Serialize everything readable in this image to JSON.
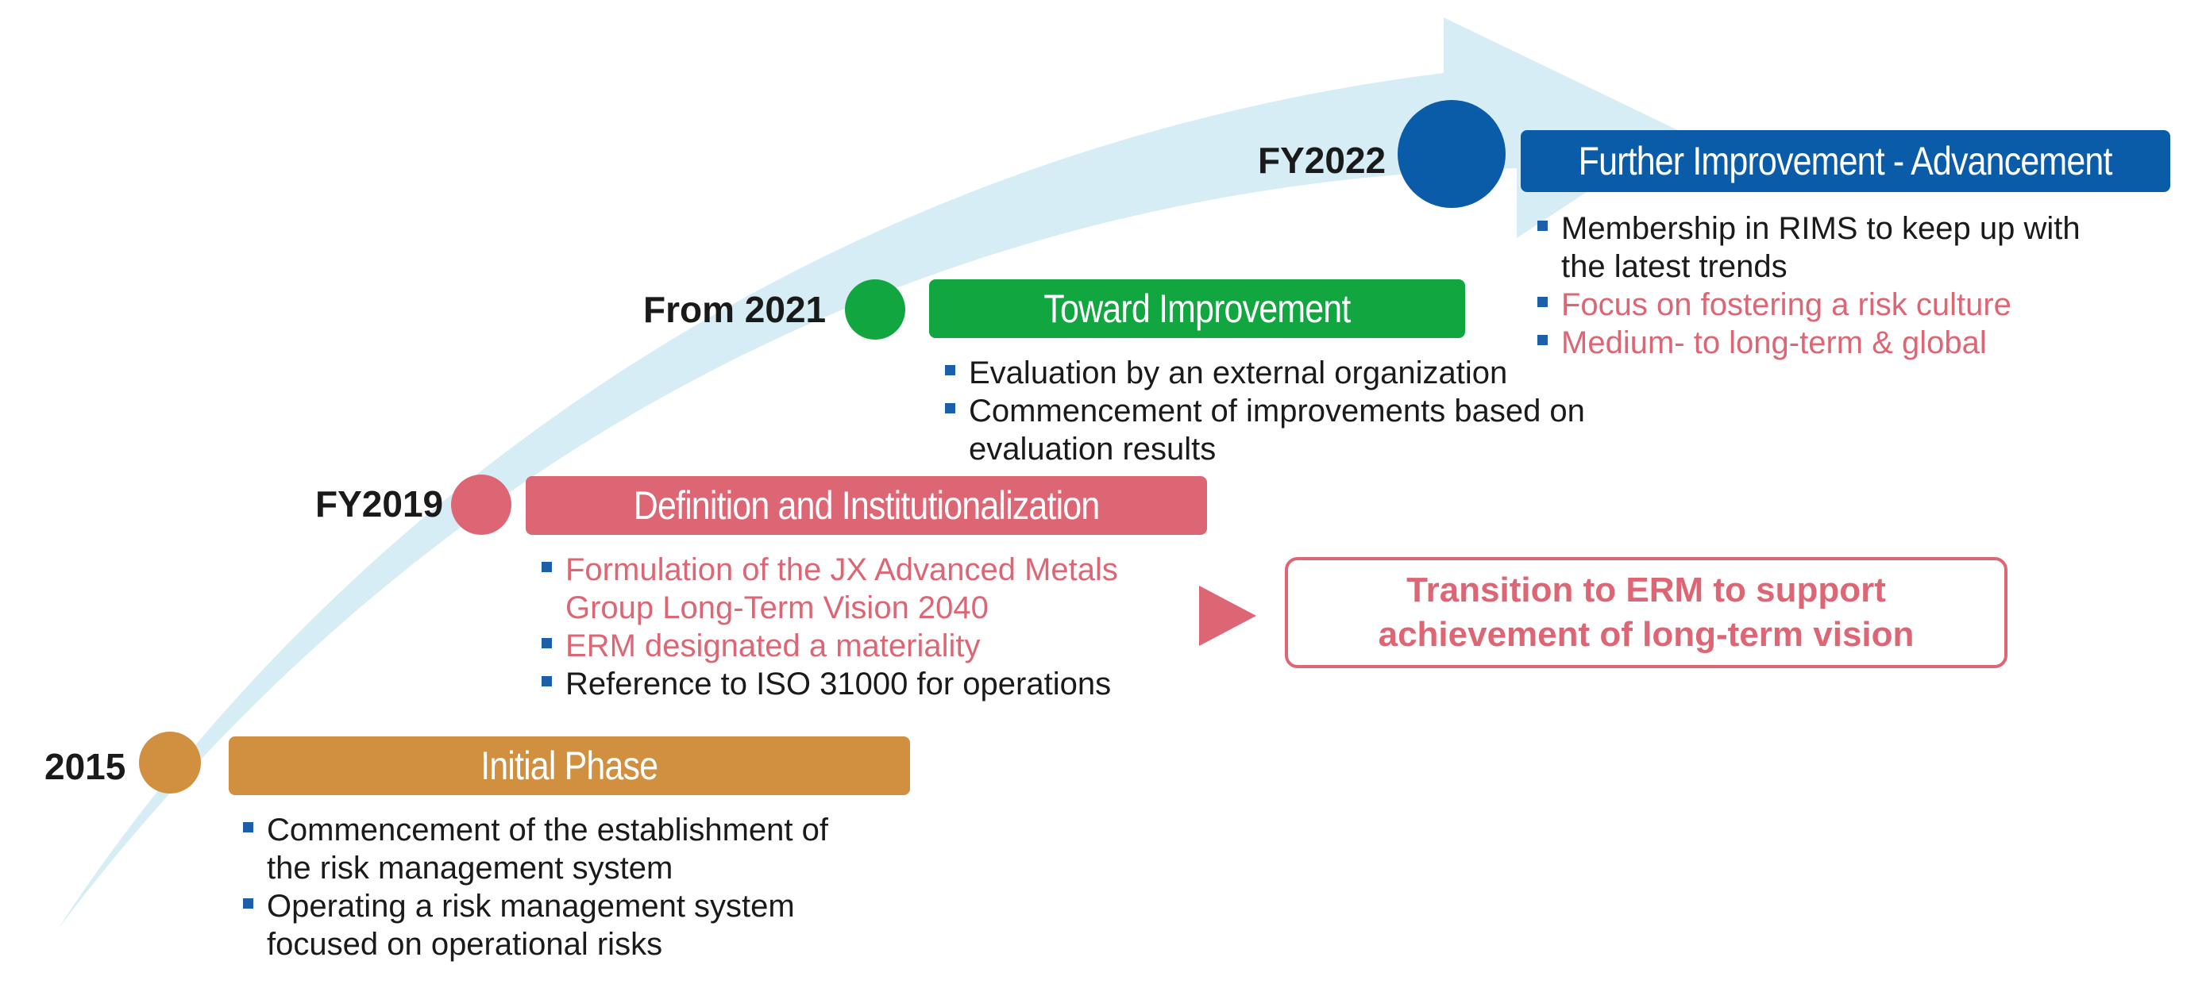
{
  "colors": {
    "arrow": "#d6edf5",
    "orange": "#d0903f",
    "pink": "#dd6675",
    "green": "#12a640",
    "blue": "#0a5ca8",
    "bullet": "#1a5fa8"
  },
  "phases": [
    {
      "year": "2015",
      "title": "Initial Phase",
      "bullets": [
        {
          "line1": "Commencement of the establishment of",
          "line2": "the risk management system"
        },
        {
          "line1": "Operating a risk management system",
          "line2": "focused on operational risks"
        }
      ]
    },
    {
      "year": "FY2019",
      "title": "Definition and Institutionalization",
      "bullets": [
        {
          "line1": "Formulation of the JX Advanced Metals",
          "line2": "Group Long-Term Vision 2040"
        },
        {
          "line1": "ERM designated a materiality"
        },
        {
          "line1": "Reference to ISO 31000 for operations"
        }
      ]
    },
    {
      "year": "From 2021",
      "title": "Toward Improvement",
      "bullets": [
        {
          "line1": "Evaluation by an external organization"
        },
        {
          "line1": "Commencement of improvements based on",
          "line2": "evaluation results"
        }
      ]
    },
    {
      "year": "FY2022",
      "title": "Further Improvement - Advancement",
      "bullets": [
        {
          "line1": "Membership in RIMS to keep up with",
          "line2": "the latest trends"
        },
        {
          "line1": "Focus on fostering a risk culture"
        },
        {
          "line1": "Medium- to long-term & global"
        }
      ]
    }
  ],
  "transition": {
    "line1": "Transition to ERM to support",
    "line2": "achievement of long-term vision"
  }
}
